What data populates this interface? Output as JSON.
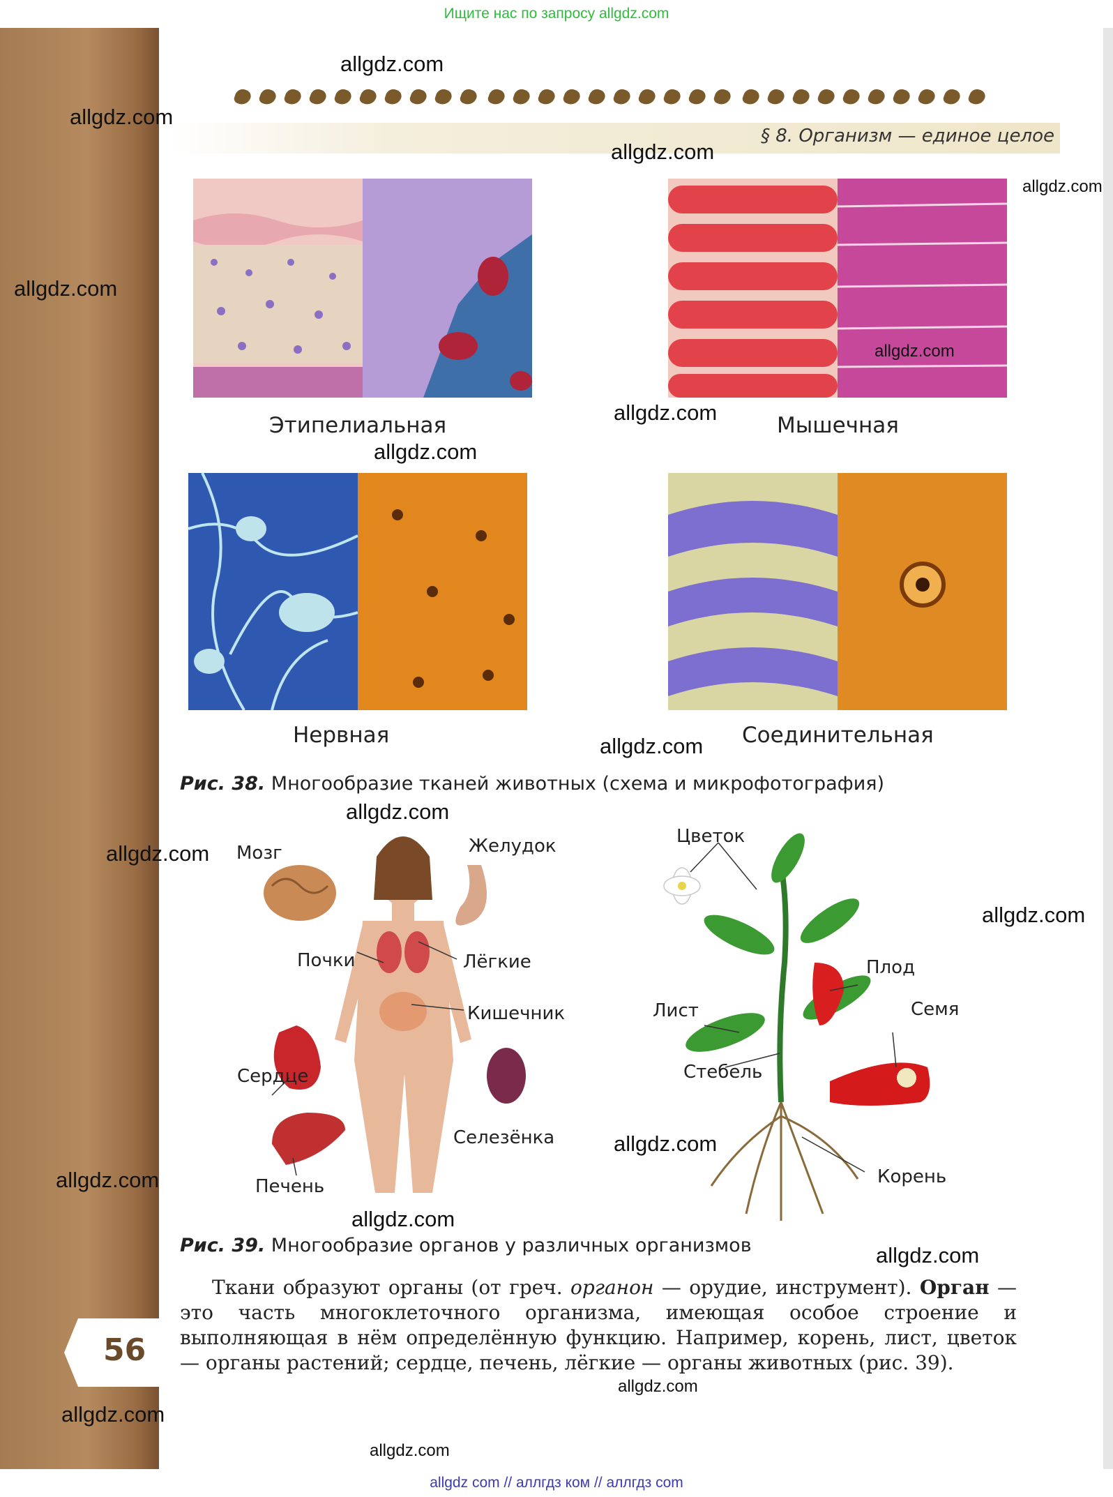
{
  "top_banner": "Ищите нас по запросу allgdz.com",
  "header": {
    "section_title": "§ 8. Организм — единое целое"
  },
  "fig38": {
    "tissues": [
      {
        "name": "Этипелиальная"
      },
      {
        "name": "Мышечная"
      },
      {
        "name": "Нервная"
      },
      {
        "name": "Соединительная"
      }
    ],
    "caption_num": "Рис. 38.",
    "caption_text": " Многообразие тканей животных (схема и микрофотография)"
  },
  "fig39": {
    "human_labels": {
      "brain": "Мозг",
      "stomach": "Желудок",
      "kidneys": "Почки",
      "lungs": "Лёгкие",
      "intestine": "Кишечник",
      "heart": "Сердце",
      "spleen": "Селезёнка",
      "liver": "Печень"
    },
    "plant_labels": {
      "flower": "Цветок",
      "fruit": "Плод",
      "leaf": "Лист",
      "seed": "Семя",
      "stem": "Стебель",
      "root": "Корень"
    },
    "caption_num": "Рис. 39.",
    "caption_text": " Многообразие органов у различных организмов"
  },
  "paragraph": {
    "p1": "Ткани образуют органы (от греч. ",
    "p2": "органон",
    "p3": " — орудие, инструмент). ",
    "p4": "Орган",
    "p5": " — это часть многоклеточного организма, имеющая особое строение и выполняющая в нём определённую функцию. Например, корень, лист, цветок — органы растений; сердце, печень, лёгкие — органы животных (рис. 39)."
  },
  "page_number": "56",
  "watermark": "allgdz.com",
  "bottom_banner": "allgdz com  //  аллгдз ком  //  аллгдз com",
  "colors": {
    "spine": "#a47b52",
    "banner_green": "#2ebd3c",
    "banner_blue": "#3b3bb5",
    "page_num": "#6b4a2a"
  }
}
